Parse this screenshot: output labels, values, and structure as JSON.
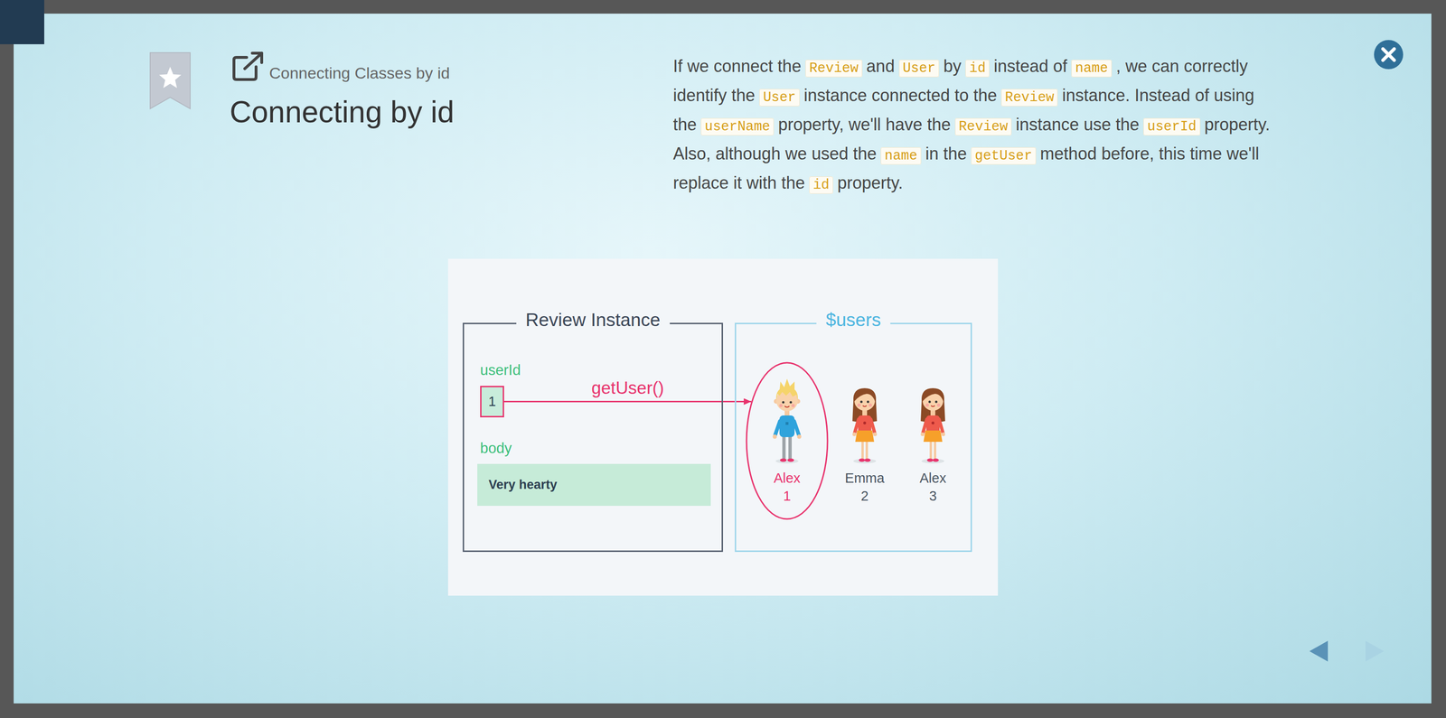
{
  "diagram": {
    "title": "Connecting by id",
    "nodes": [
      {
        "text": [
          "Review Instance"
        ]
      },
      {
        "text": [
          "userId",
          "1"
        ],
        "in": 0
      },
      {
        "text": [
          "body",
          "Very hearty"
        ],
        "in": 0
      },
      {
        "text": [
          "$users"
        ]
      },
      {
        "text": [
          "Alex",
          "1"
        ],
        "in": 3
      },
      {
        "text": [
          "Emma",
          "2"
        ],
        "in": 3
      },
      {
        "text": [
          "Alex",
          "3"
        ],
        "in": 3
      }
    ],
    "edges": [
      {
        "from": 1,
        "to": 4,
        "arrow": "to",
        "label": "getUser()"
      }
    ],
    "labels": [
      "Connecting Classes by id",
      "If we connect the",
      "Review",
      "and",
      "User",
      "by",
      "id",
      "instead of",
      "name",
      ", we can correctly identify the",
      "User",
      "instance connected to the",
      "Review",
      "instance. Instead of using the",
      "userName",
      "property, we'll have the",
      "Review",
      "instance use the",
      "userId",
      "property. Also, although we used the",
      "name",
      "in the",
      "getUser",
      "method before, this time we'll replace it with the",
      "id",
      "property."
    ]
  }
}
